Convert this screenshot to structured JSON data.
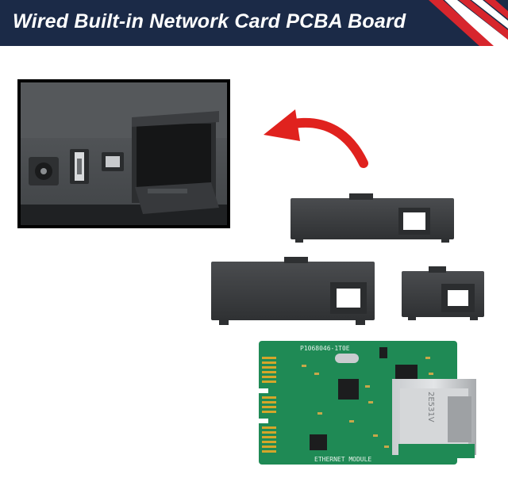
{
  "banner": {
    "title": "Wired Built-in Network Card PCBA Board"
  },
  "colors": {
    "banner_bg": "#1b2a47",
    "stripe_red": "#d7262d",
    "arrow_red": "#e0221e",
    "pcb_green": "#1f8a55",
    "cover_gray": "#3d3f42",
    "printer_body": "#4a4d50",
    "rj45_metal": "#b9bcbf"
  },
  "pcb": {
    "top_marking": "P1068046-1T0E",
    "module_label": "ETHERNET MODULE",
    "jack_marking": "2E531V"
  },
  "icons": [
    "curved-arrow-icon",
    "flag-stripes-icon"
  ]
}
